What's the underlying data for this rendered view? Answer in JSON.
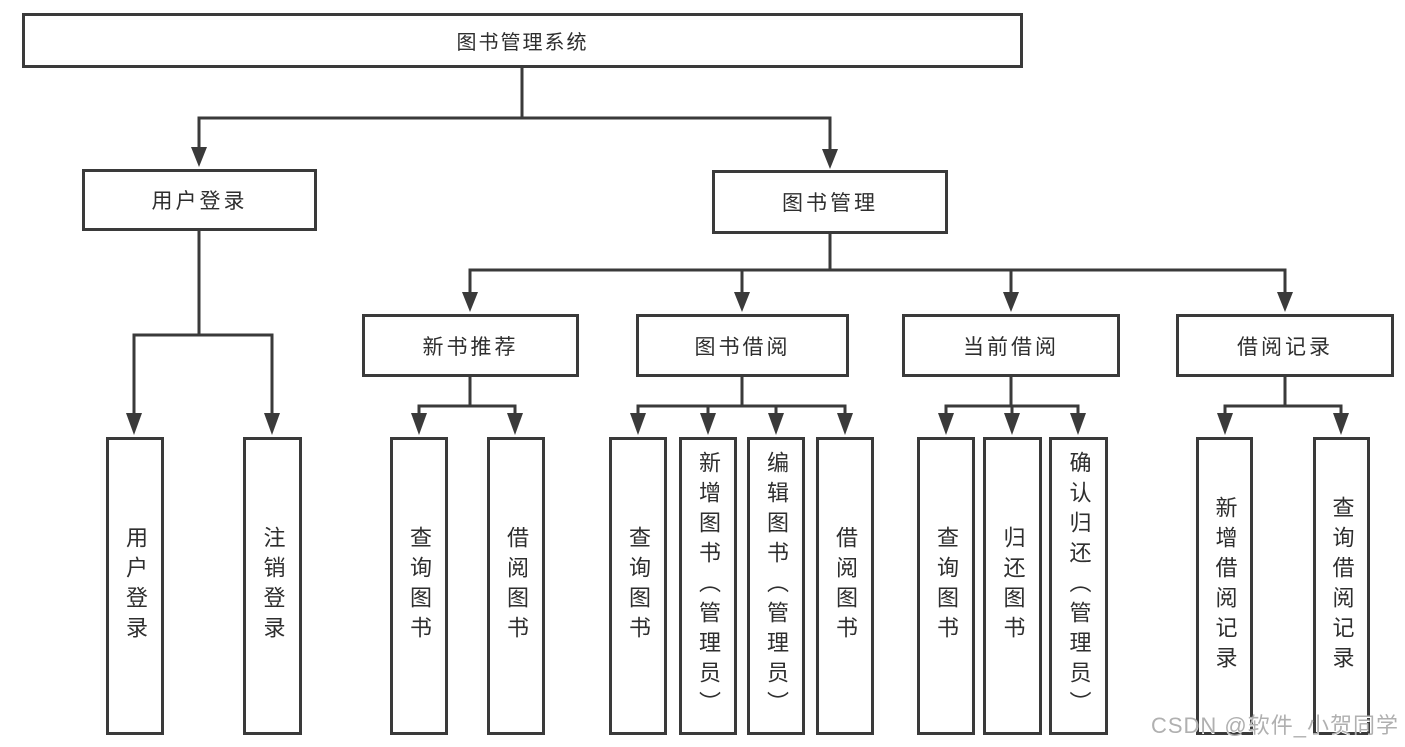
{
  "diagram_title": "图书管理系统",
  "watermark": "CSDN @软件_小贺同学",
  "colors": {
    "line": "#3a3a3a",
    "box_border": "#3a3a3a",
    "box_fill": "#ffffff",
    "text": "#2e2e2e",
    "watermark": "#b0b0b0",
    "background": "#ffffff"
  },
  "tree": {
    "label": "图书管理系统",
    "children": [
      {
        "label": "用户登录",
        "children": [
          {
            "label": "用户登录"
          },
          {
            "label": "注销登录"
          }
        ]
      },
      {
        "label": "图书管理",
        "children": [
          {
            "label": "新书推荐",
            "children": [
              {
                "label": "查询图书"
              },
              {
                "label": "借阅图书"
              }
            ]
          },
          {
            "label": "图书借阅",
            "children": [
              {
                "label": "查询图书"
              },
              {
                "label": "新增图书（管理员）"
              },
              {
                "label": "编辑图书（管理员）"
              },
              {
                "label": "借阅图书"
              }
            ]
          },
          {
            "label": "当前借阅",
            "children": [
              {
                "label": "查询图书"
              },
              {
                "label": "归还图书"
              },
              {
                "label": "确认归还（管理员）"
              }
            ]
          },
          {
            "label": "借阅记录",
            "children": [
              {
                "label": "新增借阅记录"
              },
              {
                "label": "查询借阅记录"
              }
            ]
          }
        ]
      }
    ]
  }
}
